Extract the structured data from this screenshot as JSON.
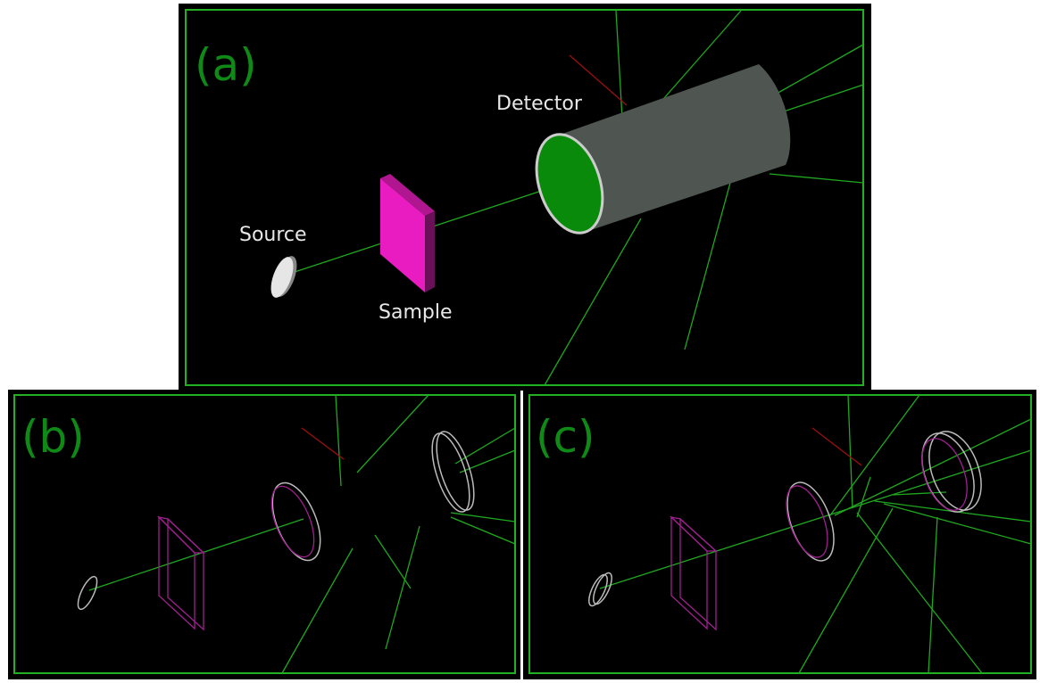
{
  "panels": {
    "a": {
      "label": "(a)",
      "detector": "Detector",
      "source": "Source",
      "sample": "Sample"
    },
    "b": {
      "label": "(b)"
    },
    "c": {
      "label": "(c)"
    }
  },
  "colors": {
    "frame": "#22b022",
    "track": "#1fa81f",
    "sample": "#e81cc0",
    "detector": "#4f5550",
    "detector_face": "#0a8a0a"
  }
}
